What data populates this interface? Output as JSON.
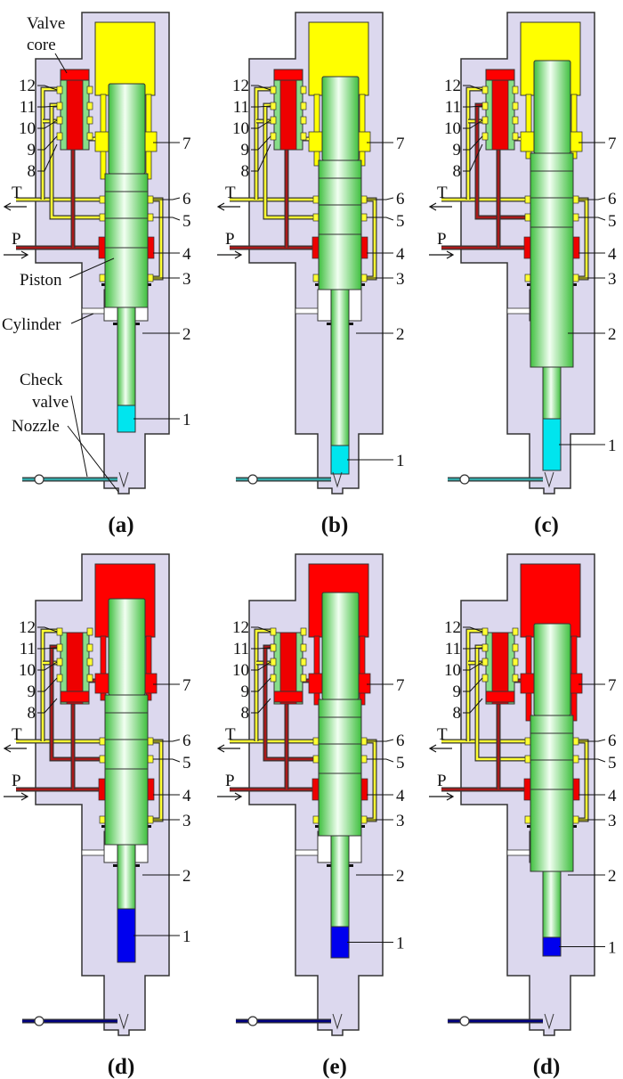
{
  "figure": {
    "panels": [
      {
        "caption": "(a)",
        "chamber_color": "#ffff00",
        "port7_color": "#ffff00",
        "line5_color": "#ffff33",
        "fluid_color": "#00e5ee",
        "valve_cap_color": "#ff0000"
      },
      {
        "caption": "(b)",
        "chamber_color": "#ffff00",
        "port7_color": "#ffff00",
        "line5_color": "#ffff33",
        "fluid_color": "#00e5ee",
        "valve_cap_color": "#ff0000"
      },
      {
        "caption": "(c)",
        "chamber_color": "#ffff00",
        "port7_color": "#ffff00",
        "line5_color": "#aa1a1a",
        "fluid_color": "#00e5ee",
        "valve_cap_color": "#ff0000"
      },
      {
        "caption": "(d)",
        "chamber_color": "#ff0000",
        "port7_color": "#ff0000",
        "line5_color": "#aa1a1a",
        "fluid_color": "#0000ee",
        "valve_cap_color": "#ff0000"
      },
      {
        "caption": "(e)",
        "chamber_color": "#ff0000",
        "port7_color": "#ff0000",
        "line5_color": "#aa1a1a",
        "fluid_color": "#0000ee",
        "valve_cap_color": "#ff0000"
      },
      {
        "caption": "(d)",
        "chamber_color": "#ff0000",
        "port7_color": "#ff0000",
        "line5_color": "#ffff33",
        "fluid_color": "#0000ee",
        "valve_cap_color": "#ff0000"
      }
    ],
    "port_labels_left": [
      "12",
      "11",
      "10",
      "9",
      "8"
    ],
    "port_labels_right": [
      "7",
      "6",
      "5",
      "4",
      "3",
      "2",
      "1"
    ],
    "tank_label": "T",
    "pressure_label": "P",
    "component_labels": {
      "valve_core_line1": "Valve",
      "valve_core_line2": "core",
      "piston": "Piston",
      "cylinder": "Cylinder",
      "check_valve_line1": "Check",
      "check_valve_line2": "valve",
      "nozzle": "Nozzle"
    },
    "colors": {
      "body": "#dcd8ee",
      "piston_green": "#66dd66",
      "pressure_line": "#aa1a1a",
      "tank_line": "#ffff33",
      "injection_line": "#33aaaa"
    }
  }
}
